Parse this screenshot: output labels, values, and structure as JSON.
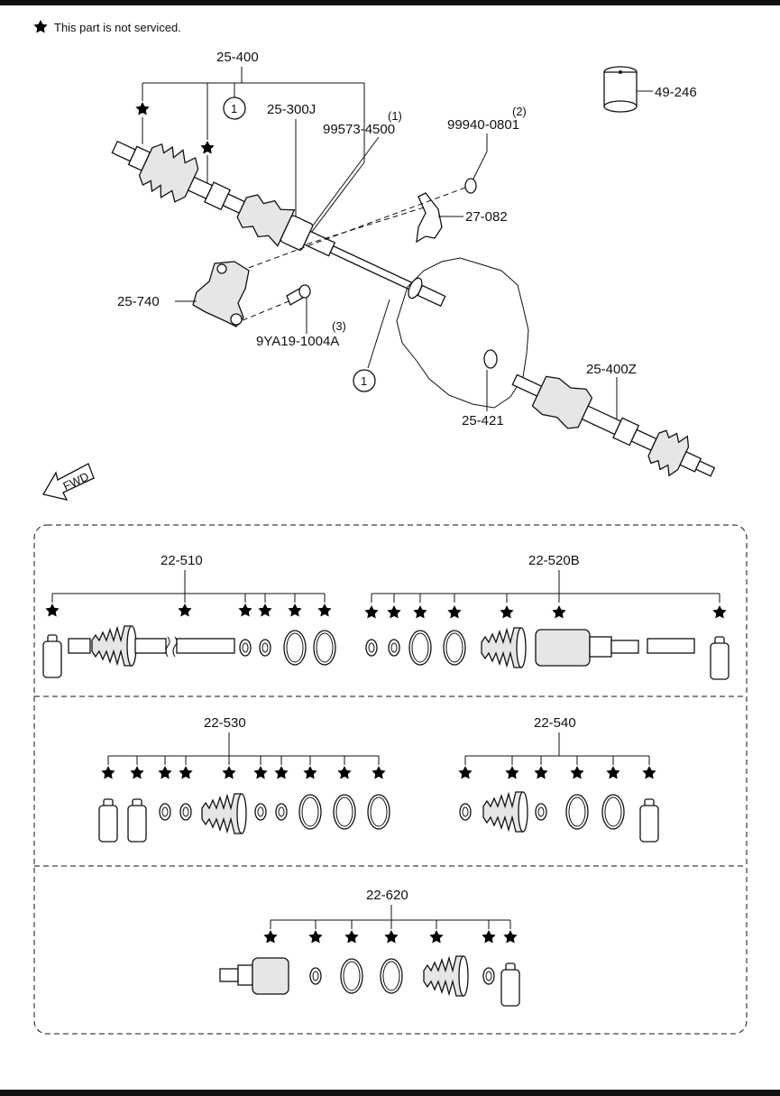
{
  "legend": {
    "text": "This part is not serviced."
  },
  "upper": {
    "labels": {
      "p25_400": "25-400",
      "p25_300j": "25-300J",
      "p99573_qty": "(1)",
      "p99573": "99573-4500",
      "p99940_qty": "(2)",
      "p99940": "99940-0801",
      "p49_246": "49-246",
      "p27_082": "27-082",
      "p25_740": "25-740",
      "p9ya_qty": "(3)",
      "p9ya": "9YA19-1004A",
      "p25_400z": "25-400Z",
      "p25_421": "25-421",
      "fwd": "FWD",
      "callout_a": "1",
      "callout_b": "1"
    }
  },
  "kits": {
    "k22_510": "22-510",
    "k22_520b": "22-520B",
    "k22_530": "22-530",
    "k22_540": "22-540",
    "k22_620": "22-620"
  }
}
